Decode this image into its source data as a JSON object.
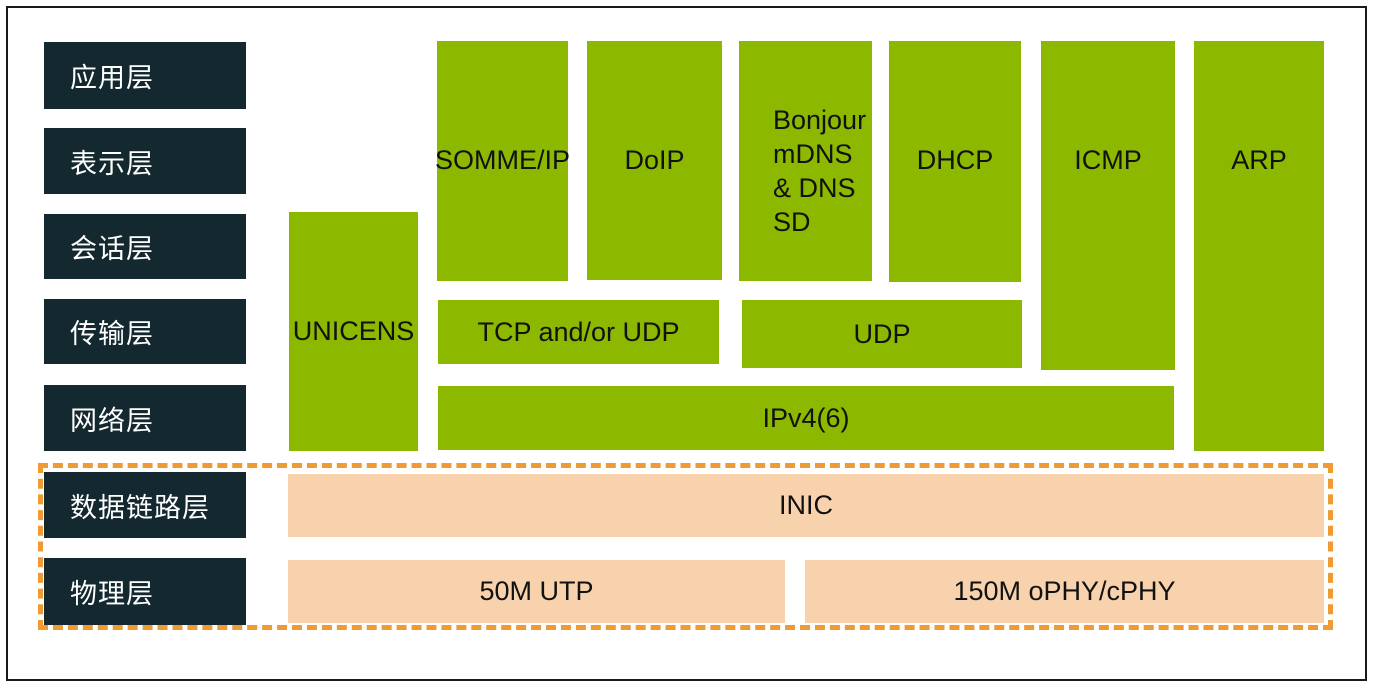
{
  "layers": [
    {
      "label": "应用层"
    },
    {
      "label": "表示层"
    },
    {
      "label": "会话层"
    },
    {
      "label": "传输层"
    },
    {
      "label": "网络层"
    },
    {
      "label": "数据链路层"
    },
    {
      "label": "物理层"
    }
  ],
  "protocols": {
    "unicens": "UNICENS",
    "somme_ip": "SOMME/IP",
    "doip": "DoIP",
    "bonjour": "Bonjour\nmDNS\n& DNS\nSD",
    "dhcp": "DHCP",
    "icmp": "ICMP",
    "arp": "ARP",
    "tcp_udp": "TCP and/or UDP",
    "udp": "UDP",
    "ipv4": "IPv4(6)",
    "inic": "INIC",
    "utp": "50M UTP",
    "ophy": "150M oPHY/cPHY"
  },
  "colors": {
    "layer_label_bg": "#13282f",
    "protocol_green": "#8cb800",
    "physical_peach": "#f8d2ad",
    "dashed_border": "#f09a34"
  }
}
